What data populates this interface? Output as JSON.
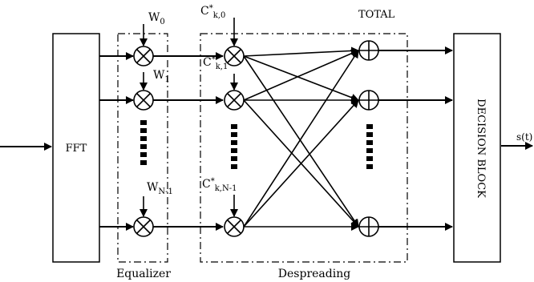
{
  "blocks": {
    "fft": "FFT",
    "decision": "DECISION BLOCK"
  },
  "groups": {
    "equalizer": "Equalizer",
    "despreading": "Despreading",
    "total": "TOTAL"
  },
  "output_label": "s(t)",
  "weights": {
    "w0": {
      "base": "W",
      "sub": "0"
    },
    "w1": {
      "base": "W",
      "sub": "1"
    },
    "wn1": {
      "base": "W",
      "sub": "N-1"
    }
  },
  "codes": {
    "c0": {
      "base": "C",
      "sup": "*",
      "sub": "k,0"
    },
    "c1": {
      "base": "C",
      "sup": "*",
      "sub": "k,1"
    },
    "cn1": {
      "base": "C",
      "sup": "*",
      "sub": "k,N-1"
    }
  }
}
